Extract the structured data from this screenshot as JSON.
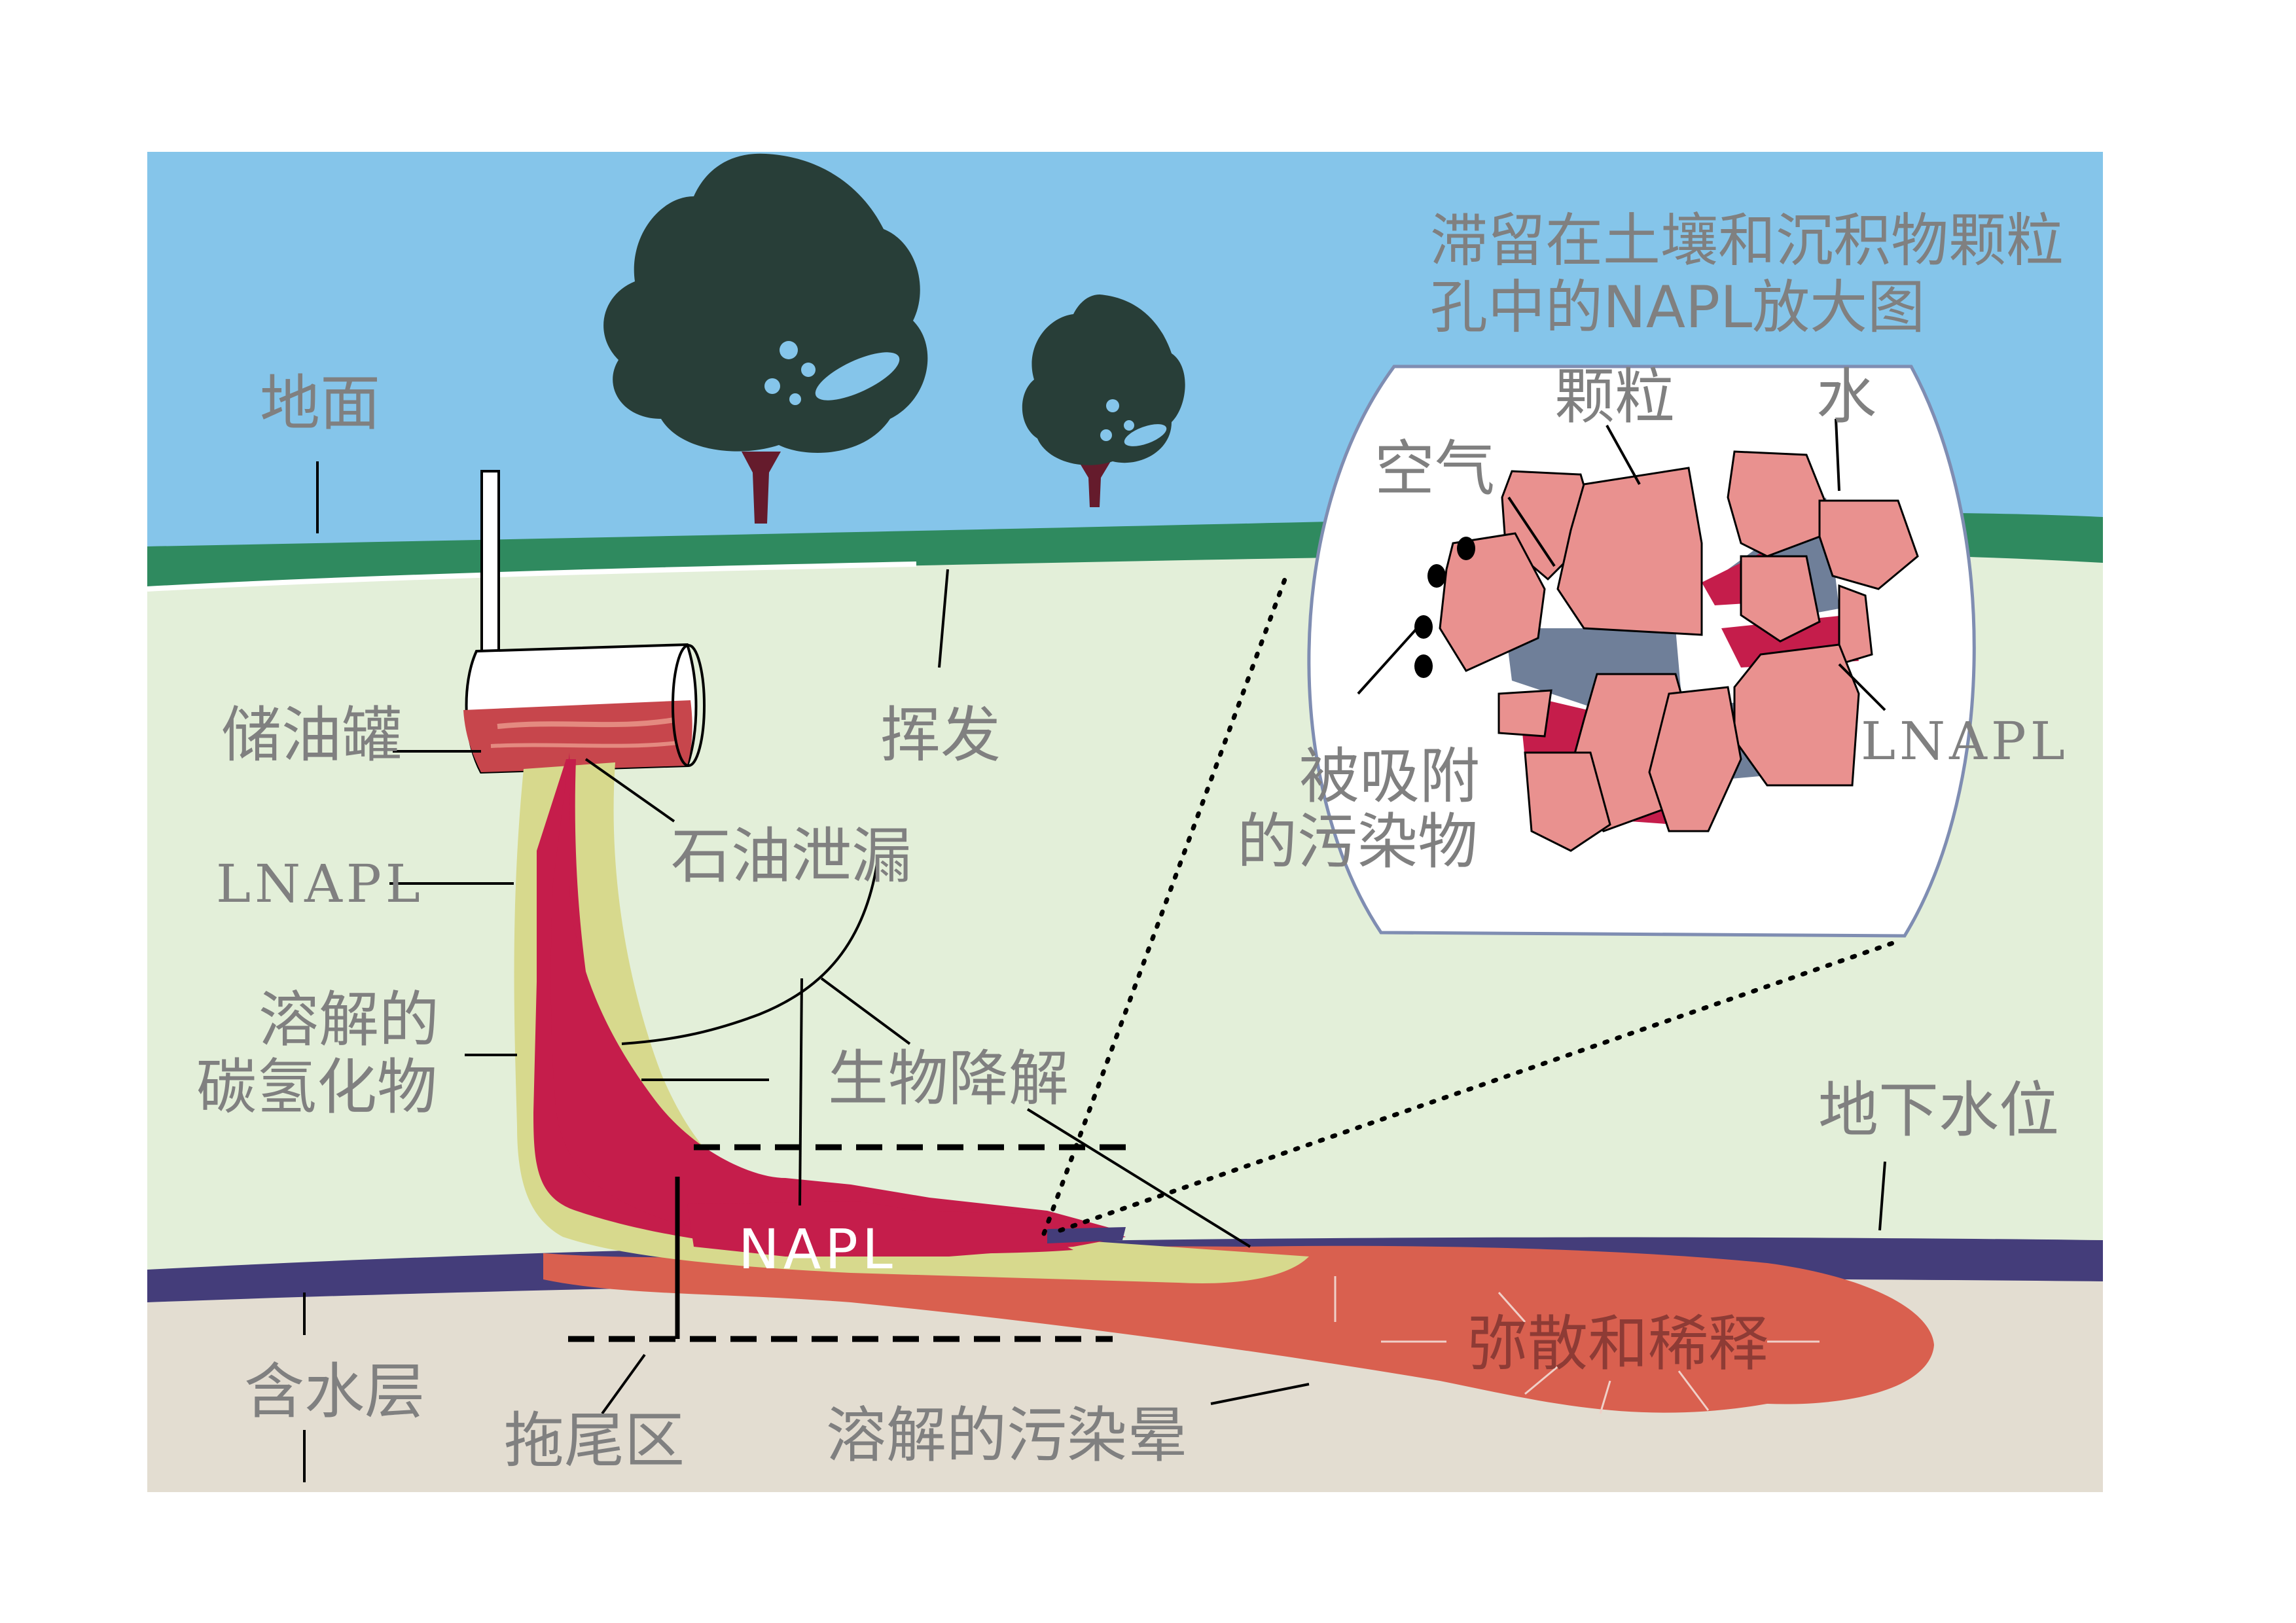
{
  "title": {
    "line1": "滞留在土壤和沉积物颗粒",
    "line2": "孔中的NAPL放大图"
  },
  "labels": {
    "ground": "地面",
    "tank": "储油罐",
    "volatilize": "挥发",
    "oil_leak": "石油泄漏",
    "lnapl_left": "LNAPL",
    "dissolved_hc_1": "溶解的",
    "dissolved_hc_2": "碳氢化物",
    "biodegradation": "生物降解",
    "water_table": "地下水位",
    "napl": "NAPL",
    "aquifer": "含水层",
    "tailing_zone": "拖尾区",
    "dissolved_plume": "溶解的污染晕",
    "dispersion": "弥散和稀释"
  },
  "inset": {
    "particles": "颗粒",
    "water": "水",
    "air": "空气",
    "lnapl": "LNAPL",
    "adsorbed_1": "被吸附",
    "adsorbed_2": "的污染物"
  },
  "colors": {
    "sky": "#85c5ea",
    "grass": "#2f8a5f",
    "vadose": "#e3efd9",
    "aquifer": "#e3ddd1",
    "water_table": "#443d7a",
    "napl": "#c51d4b",
    "dissolved_halo": "#d7d98d",
    "plume": "#d9604f",
    "particle": "#e9918f",
    "pore_water": "#6f7f99",
    "tree": "#283e38",
    "trunk": "#651b2c",
    "inset_border": "#7f8db2"
  }
}
